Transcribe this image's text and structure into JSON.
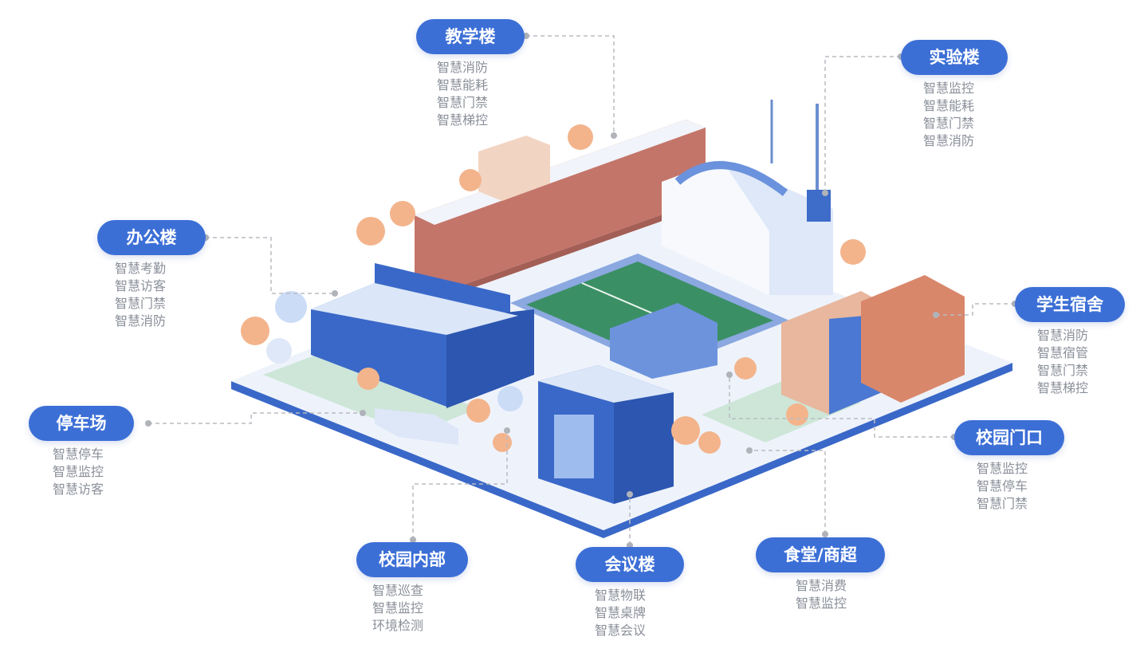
{
  "zones": [
    {
      "id": "teaching",
      "name": "教学楼",
      "features": [
        "智慧消防",
        "智慧能耗",
        "智慧门禁",
        "智慧梯控"
      ]
    },
    {
      "id": "lab",
      "name": "实验楼",
      "features": [
        "智慧监控",
        "智慧能耗",
        "智慧门禁",
        "智慧消防"
      ]
    },
    {
      "id": "office",
      "name": "办公楼",
      "features": [
        "智慧考勤",
        "智慧访客",
        "智慧门禁",
        "智慧消防"
      ]
    },
    {
      "id": "dorm",
      "name": "学生宿舍",
      "features": [
        "智慧消防",
        "智慧宿管",
        "智慧门禁",
        "智慧梯控"
      ]
    },
    {
      "id": "parking",
      "name": "停车场",
      "features": [
        "智慧停车",
        "智慧监控",
        "智慧访客"
      ]
    },
    {
      "id": "gate",
      "name": "校园门口",
      "features": [
        "智慧监控",
        "智慧停车",
        "智慧门禁"
      ]
    },
    {
      "id": "campus",
      "name": "校园内部",
      "features": [
        "智慧巡查",
        "智慧监控",
        "环境检测"
      ]
    },
    {
      "id": "meeting",
      "name": "会议楼",
      "features": [
        "智慧物联",
        "智慧桌牌",
        "智慧会议"
      ]
    },
    {
      "id": "canteen",
      "name": "食堂/商超",
      "features": [
        "智慧消费",
        "智慧监控"
      ]
    }
  ],
  "colors": {
    "accent": "#3c6fd6",
    "feature_text": "#8a8f99",
    "connector": "#b9bcc2"
  }
}
